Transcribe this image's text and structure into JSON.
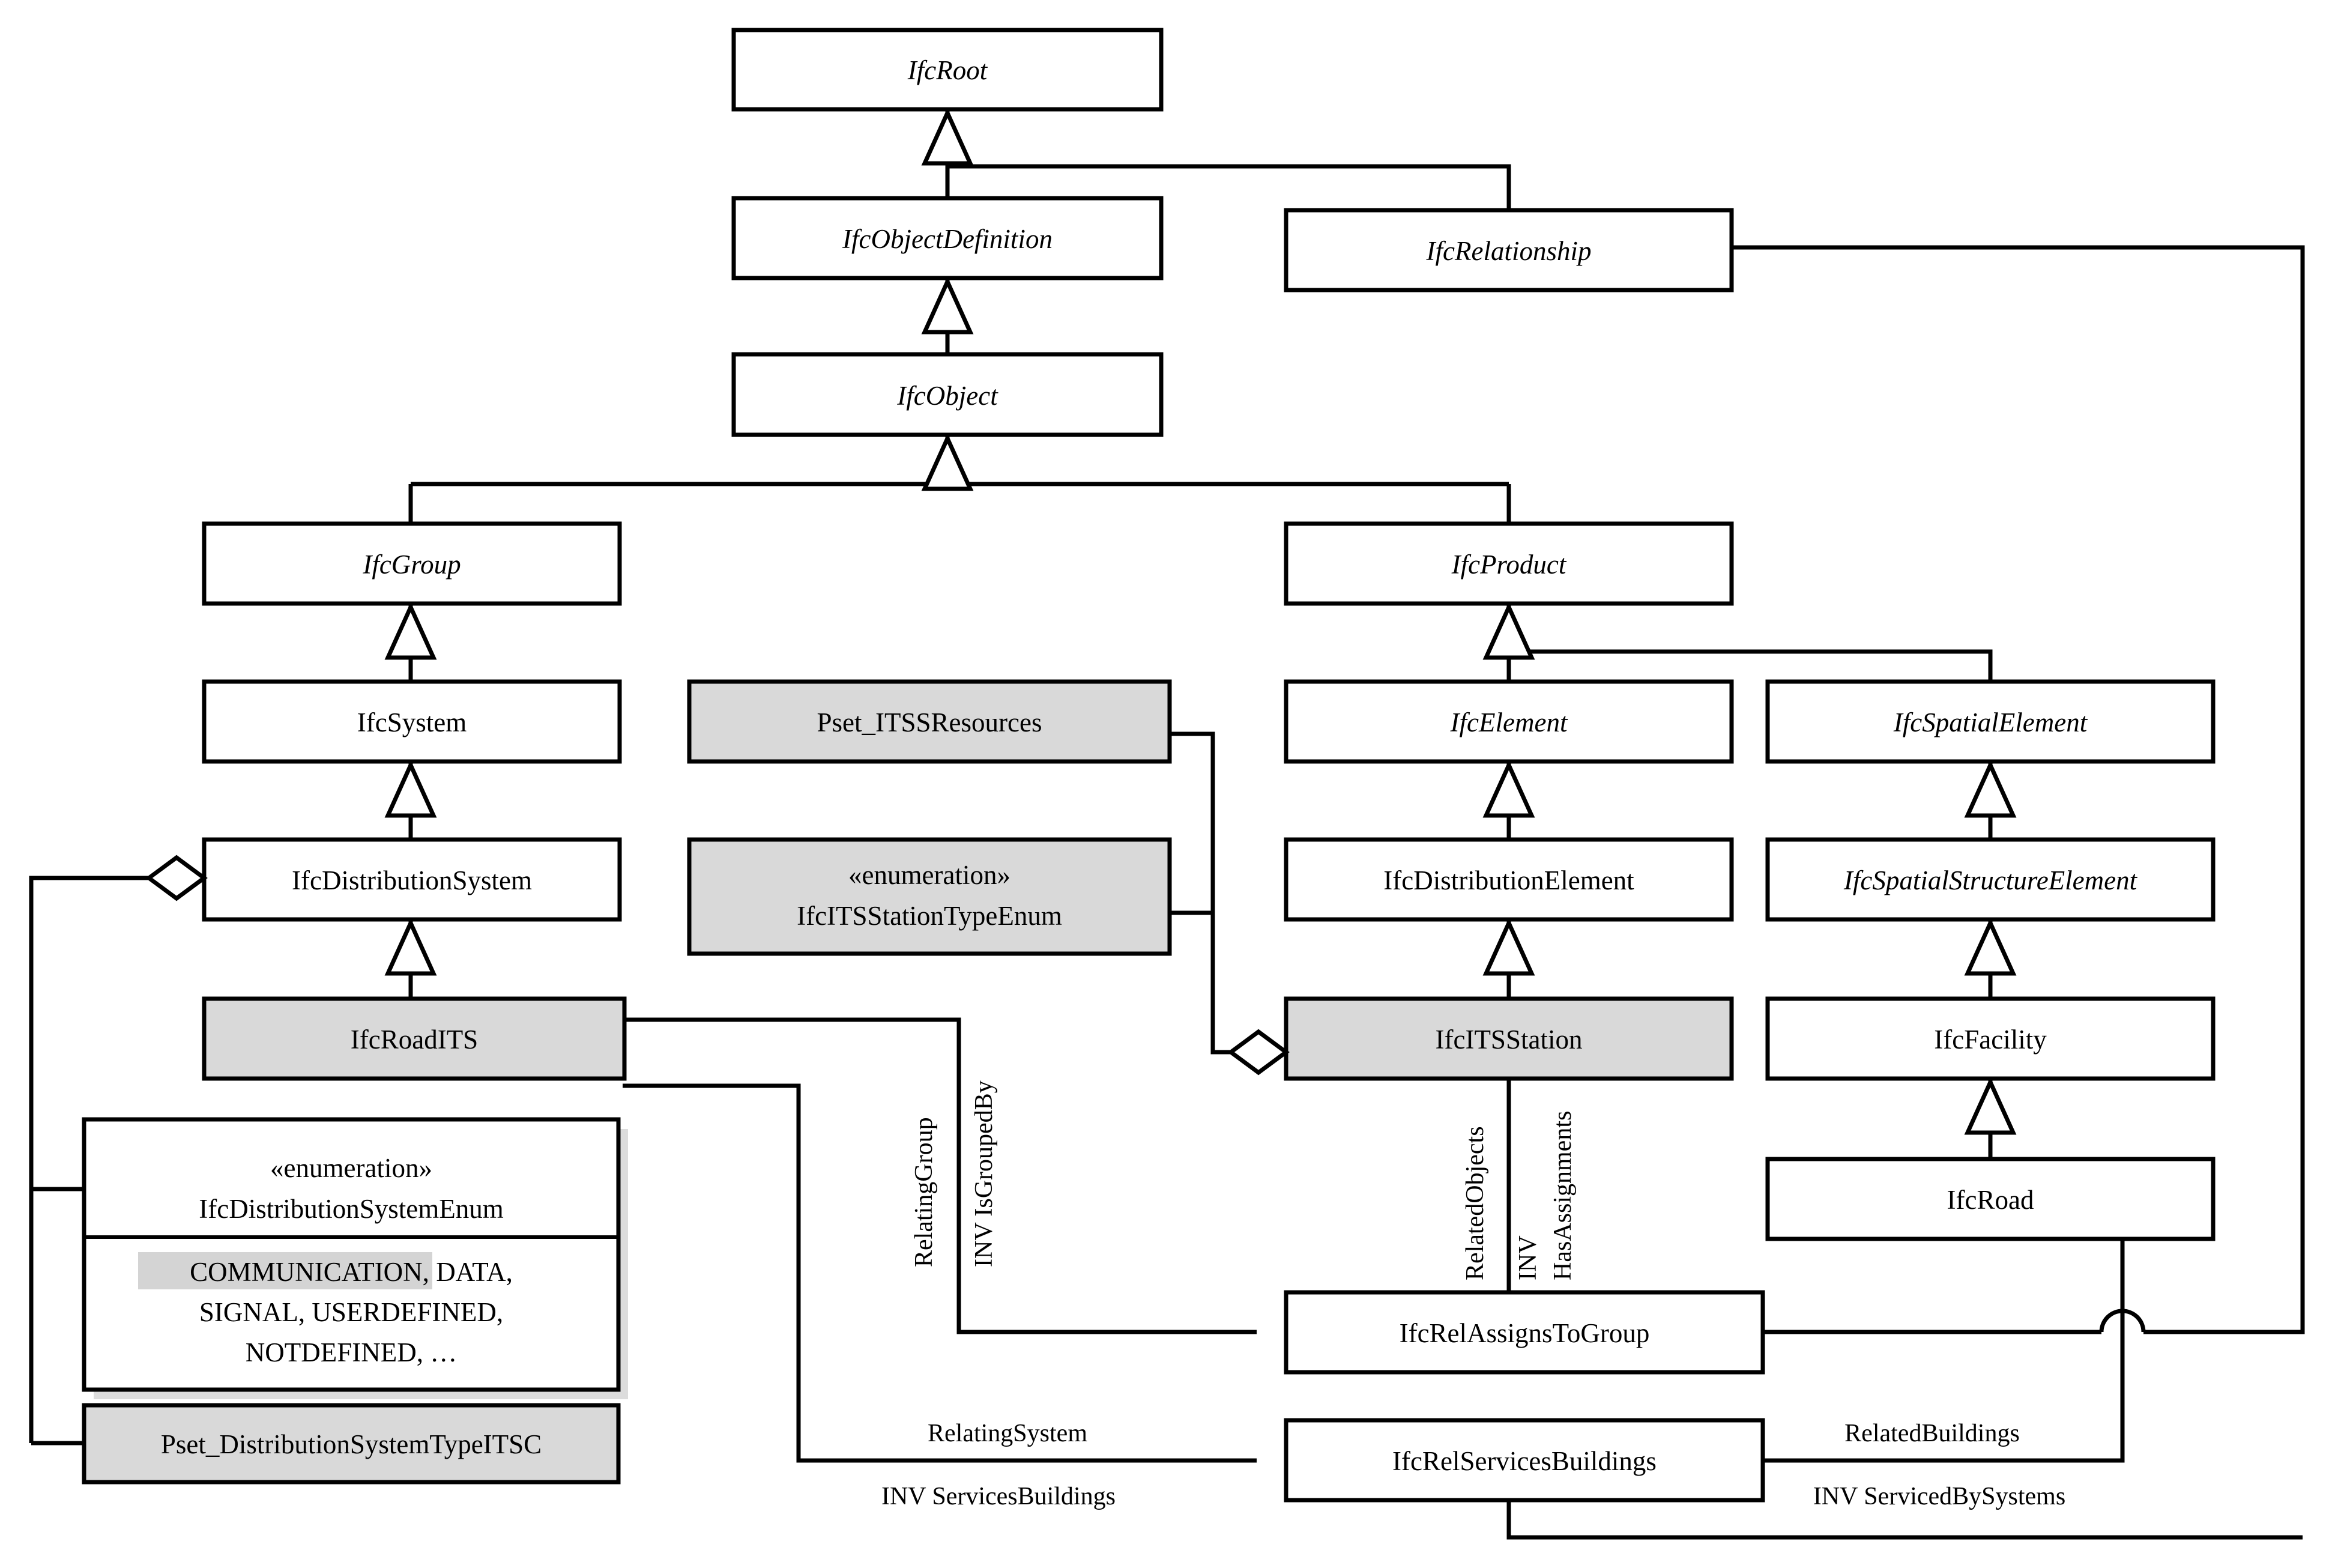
{
  "diagram": {
    "title": "IFC Road ITS UML class diagram",
    "colors": {
      "gray_fill": "#d9d9d9",
      "white_fill": "#ffffff",
      "stroke": "#000000",
      "highlight": "#d4d4d4"
    }
  },
  "classes": {
    "ifc_root": "IfcRoot",
    "ifc_object_definition": "IfcObjectDefinition",
    "ifc_relationship": "IfcRelationship",
    "ifc_object": "IfcObject",
    "ifc_group": "IfcGroup",
    "ifc_product": "IfcProduct",
    "ifc_system": "IfcSystem",
    "pset_itss_resources": "Pset_ITSSResources",
    "ifc_element": "IfcElement",
    "ifc_spatial_element": "IfcSpatialElement",
    "ifc_distribution_system": "IfcDistributionSystem",
    "enum_stereotype_station": "«enumeration»",
    "enum_station_name": "IfcITSStationTypeEnum",
    "ifc_distribution_element": "IfcDistributionElement",
    "ifc_spatial_structure_element": "IfcSpatialStructureElement",
    "ifc_road_its": "IfcRoadITS",
    "ifc_its_station": "IfcITSStation",
    "ifc_facility": "IfcFacility",
    "ifc_road": "IfcRoad",
    "enum_stereotype_dist": "«enumeration»",
    "enum_dist_name": "IfcDistributionSystemEnum",
    "pset_distribution_system_type_itsc": "Pset_DistributionSystemTypeITSC",
    "ifc_rel_assigns_to_group": "IfcRelAssignsToGroup",
    "ifc_rel_services_buildings": "IfcRelServicesBuildings"
  },
  "enum_literals": {
    "highlighted": "COMMUNICATION,",
    "line1_rest": " DATA,",
    "line2": "SIGNAL, USERDEFINED,",
    "line3": "NOTDEFINED, …"
  },
  "role_labels": {
    "relating_group": "RelatingGroup",
    "inv_is_grouped_by": "INV IsGroupedBy",
    "related_objects": "RelatedObjects",
    "inv_has_assignments_l1": "INV",
    "inv_has_assignments_l2": "HasAssignments",
    "relating_system": "RelatingSystem",
    "inv_services_buildings": "INV ServicesBuildings",
    "related_buildings": "RelatedBuildings",
    "inv_serviced_by_systems": "INV ServicedBySystems"
  }
}
